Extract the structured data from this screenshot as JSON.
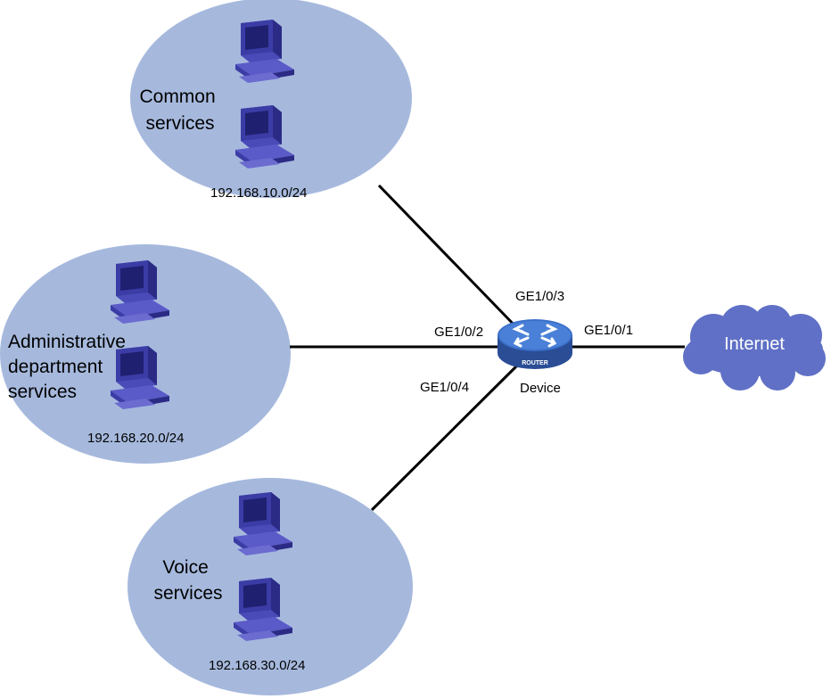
{
  "colors": {
    "zone_fill": "#a6b9dd",
    "link": "#000000",
    "pc_body": "#3c3ca6",
    "router": "#3a5fb0",
    "cloud": "#5f70c6"
  },
  "zones": [
    {
      "name_lines": [
        "Common",
        "services"
      ],
      "subnet": "192.168.10.0/24",
      "icon": "pc-icon"
    },
    {
      "name_lines": [
        "Administrative",
        "department",
        "services"
      ],
      "subnet": "192.168.20.0/24",
      "icon": "pc-icon"
    },
    {
      "name_lines": [
        "Voice",
        "services"
      ],
      "subnet": "192.168.30.0/24",
      "icon": "pc-icon"
    }
  ],
  "device": {
    "label": "Device",
    "badge": "ROUTER",
    "icon": "router-icon"
  },
  "ports": {
    "to_common": "GE1/0/3",
    "to_admin": "GE1/0/2",
    "to_voice": "GE1/0/4",
    "to_internet": "GE1/0/1"
  },
  "internet": {
    "label": "Internet",
    "icon": "cloud-icon"
  }
}
